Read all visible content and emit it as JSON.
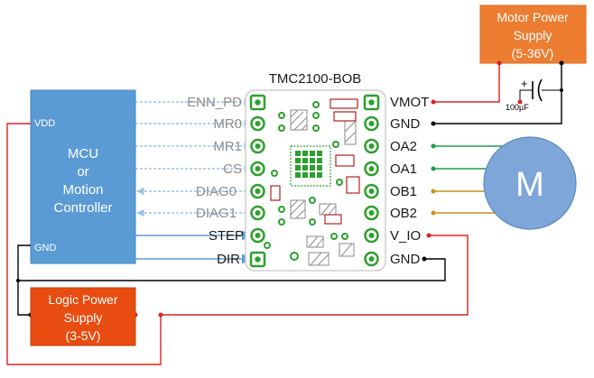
{
  "board": {
    "title": "TMC2100-BOB",
    "left_pins": [
      "ENN_PD",
      "MR0",
      "MR1",
      "CS",
      "DIAG0",
      "DIAG1",
      "STEP",
      "DIR"
    ],
    "right_pins": [
      "VMOT",
      "GND",
      "OA2",
      "OA1",
      "OB1",
      "OB2",
      "V_IO",
      "GND"
    ]
  },
  "mcu": {
    "lines": [
      "MCU",
      "or",
      "Motion",
      "Controller"
    ],
    "vdd_label": "VDD",
    "gnd_label": "GND"
  },
  "motor_supply": {
    "lines": [
      "Motor Power",
      "Supply",
      "(5-36V)"
    ]
  },
  "logic_supply": {
    "lines": [
      "Logic Power",
      "Supply",
      "(3-5V)"
    ]
  },
  "motor": {
    "label": "M"
  },
  "capacitor": {
    "plus_label": "+",
    "value": "100µF"
  },
  "colors": {
    "mcu_fill": "#5b9bd5",
    "motor_supply_fill": "#ed7d31",
    "logic_supply_fill": "#e84c10",
    "motor_fill": "#7ea6d8",
    "red_wire": "#e02020",
    "green_wire": "#1a9e4a",
    "amber_wire": "#c8901a",
    "blue_wire": "#5b9bd5",
    "pcb_green": "#2ca02c",
    "pcb_red": "#b22222"
  }
}
